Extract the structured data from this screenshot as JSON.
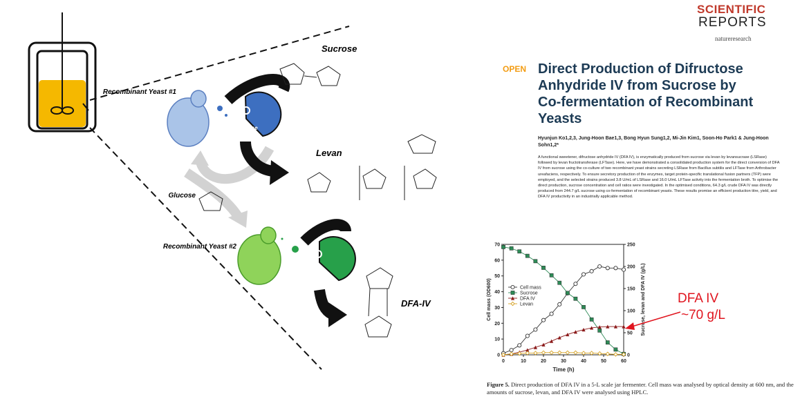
{
  "journal": {
    "name_line1": "SCIENTIFIC",
    "name_line2": "REPORTS",
    "publisher": "natureresearch"
  },
  "paper": {
    "open_badge": "OPEN",
    "title": "Direct Production of Difructose Anhydride IV from Sucrose by Co-fermentation of Recombinant Yeasts",
    "authors": "Hyunjun Ko1,2,3, Jung-Hoon Bae1,3, Bong Hyun Sung1,2, Mi-Jin Kim1, Soon-Ho Park1 & Jung-Hoon Sohn1,2*",
    "abstract": "A functional sweetener, difructose anhydride IV (DFA IV), is enzymatically produced from sucrose via levan by levansucrase (LSRase) followed by levan fructotransferase (LFTase). Here, we have demonstrated a consolidated production system for the direct conversion of DFA IV from sucrose using the co-culture of two recombinant yeast strains secreting LSRase from Bacillus subtilis and LFTase from Arthrobacter ureafaciens, respectively. To ensure secretory production of the enzymes, target protein-specific translational fusion partners (TFP) were employed, and the selected strains produced 3.8 U/mL of LSRase and 16.0 U/mL LFTase activity into the fermentation broth. To optimise the direct production, sucrose concentration and cell ratios were investigated. In the optimised conditions, 64.3 g/L crude DFA IV was directly produced from 244.7 g/L sucrose using co-fermentation of recombinant yeasts. These results promise an efficient production titre, yield, and DFA IV productivity in an industrially applicable method.",
    "figure_caption_label": "Figure 5.",
    "figure_caption": "Direct production of DFA IV in a 5-L scale jar fermenter. Cell mass was analysed by optical density at 600 nm, and the amounts of sucrose, levan, and DFA IV were analysed using HPLC."
  },
  "scheme": {
    "yeast1": "Recombinant Yeast #1",
    "yeast2": "Recombinant Yeast #2",
    "enzyme1": "LSRase",
    "enzyme2": "LFTase",
    "substrate": "Sucrose",
    "intermediate": "Levan",
    "product": "DFA-IV",
    "byproduct": "Glucose",
    "colors": {
      "yeast1": "#aac4e8",
      "yeast2": "#8fd35a",
      "enzyme1": "#3d6fc0",
      "enzyme2": "#27a04a",
      "broth": "#f5b800"
    }
  },
  "annotation": {
    "line1": "DFA IV",
    "line2": "~70 g/L",
    "color": "#e0141e"
  },
  "chart_data": {
    "type": "line",
    "xlabel": "Time (h)",
    "ylabel": "Cell mass (OD600)",
    "y2label": "Sucrose, levan and DFA IV (g/L)",
    "xlim": [
      0,
      60
    ],
    "ylim": [
      0,
      70
    ],
    "y2lim": [
      0,
      250
    ],
    "xticks": [
      0,
      10,
      20,
      30,
      40,
      50,
      60
    ],
    "yticks": [
      0,
      10,
      20,
      30,
      40,
      50,
      60,
      70
    ],
    "y2ticks": [
      0,
      50,
      100,
      150,
      200,
      250
    ],
    "legend_position": "left",
    "series": [
      {
        "name": "Cell mass",
        "axis": "left",
        "marker": "circle-open",
        "color": "#333333",
        "x": [
          0,
          4,
          8,
          12,
          16,
          20,
          24,
          28,
          32,
          36,
          40,
          44,
          48,
          52,
          56,
          60
        ],
        "y": [
          1,
          3,
          6,
          12,
          16,
          22,
          26,
          32,
          39,
          45,
          51,
          53,
          56,
          55,
          55,
          54
        ]
      },
      {
        "name": "Sucrose",
        "axis": "right",
        "marker": "square",
        "color": "#2e8b57",
        "x": [
          0,
          4,
          8,
          12,
          16,
          20,
          24,
          28,
          32,
          36,
          40,
          44,
          48,
          52,
          56,
          60
        ],
        "y": [
          244,
          241,
          234,
          224,
          212,
          197,
          180,
          163,
          140,
          127,
          108,
          80,
          55,
          28,
          12,
          2
        ]
      },
      {
        "name": "DFA IV",
        "axis": "right",
        "marker": "triangle",
        "color": "#8b1a1a",
        "x": [
          0,
          4,
          8,
          12,
          16,
          20,
          24,
          28,
          32,
          36,
          40,
          44,
          48,
          52,
          56,
          60
        ],
        "y": [
          0,
          2,
          6,
          11,
          17,
          23,
          31,
          39,
          46,
          52,
          57,
          61,
          63,
          64,
          64,
          64
        ]
      },
      {
        "name": "Levan",
        "axis": "right",
        "marker": "diamond-open",
        "color": "#d4a020",
        "x": [
          0,
          4,
          8,
          12,
          16,
          20,
          24,
          28,
          32,
          36,
          40,
          44,
          48,
          52,
          56,
          60
        ],
        "y": [
          0,
          2,
          3,
          4,
          4,
          5,
          5,
          5,
          5,
          5,
          4,
          4,
          3,
          2,
          1,
          1
        ]
      }
    ]
  }
}
